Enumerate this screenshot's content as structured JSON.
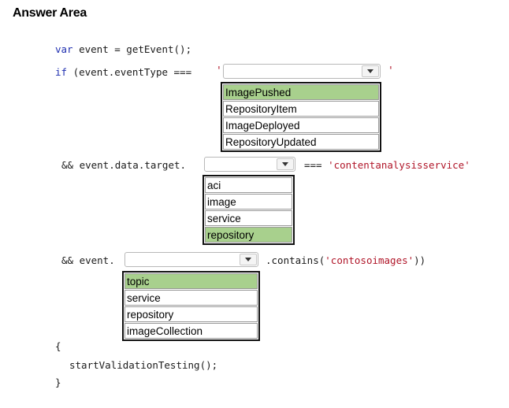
{
  "heading": "Answer Area",
  "code": {
    "line1_kw": "var",
    "line1_rest": " event = getEvent();",
    "line2_kw": "if",
    "line2_rest": " (event.eventType === ",
    "quote": "'",
    "line3_prefix": "&& event.data.target.",
    "line3_op": "===",
    "line3_str": "'contentanalysisservice'",
    "line4_prefix": "&& event.",
    "line4_mid": ".contains(",
    "line4_str": "'contosoimages'",
    "line4_end": "))",
    "brace_open": "{",
    "body": "startValidationTesting();",
    "brace_close": "}"
  },
  "dropdowns": [
    {
      "options": [
        "ImagePushed",
        "RepositoryItem",
        "ImageDeployed",
        "RepositoryUpdated"
      ],
      "selected": 0
    },
    {
      "options": [
        "aci",
        "image",
        "service",
        "repository"
      ],
      "selected": 3
    },
    {
      "options": [
        "topic",
        "service",
        "repository",
        "imageCollection"
      ],
      "selected": 0
    }
  ],
  "colors": {
    "selected": "#a8d08d",
    "keyword": "#1f2fb0",
    "string": "#b01528"
  },
  "icons": {
    "dropdown_toggle": "chevron-down-icon"
  }
}
